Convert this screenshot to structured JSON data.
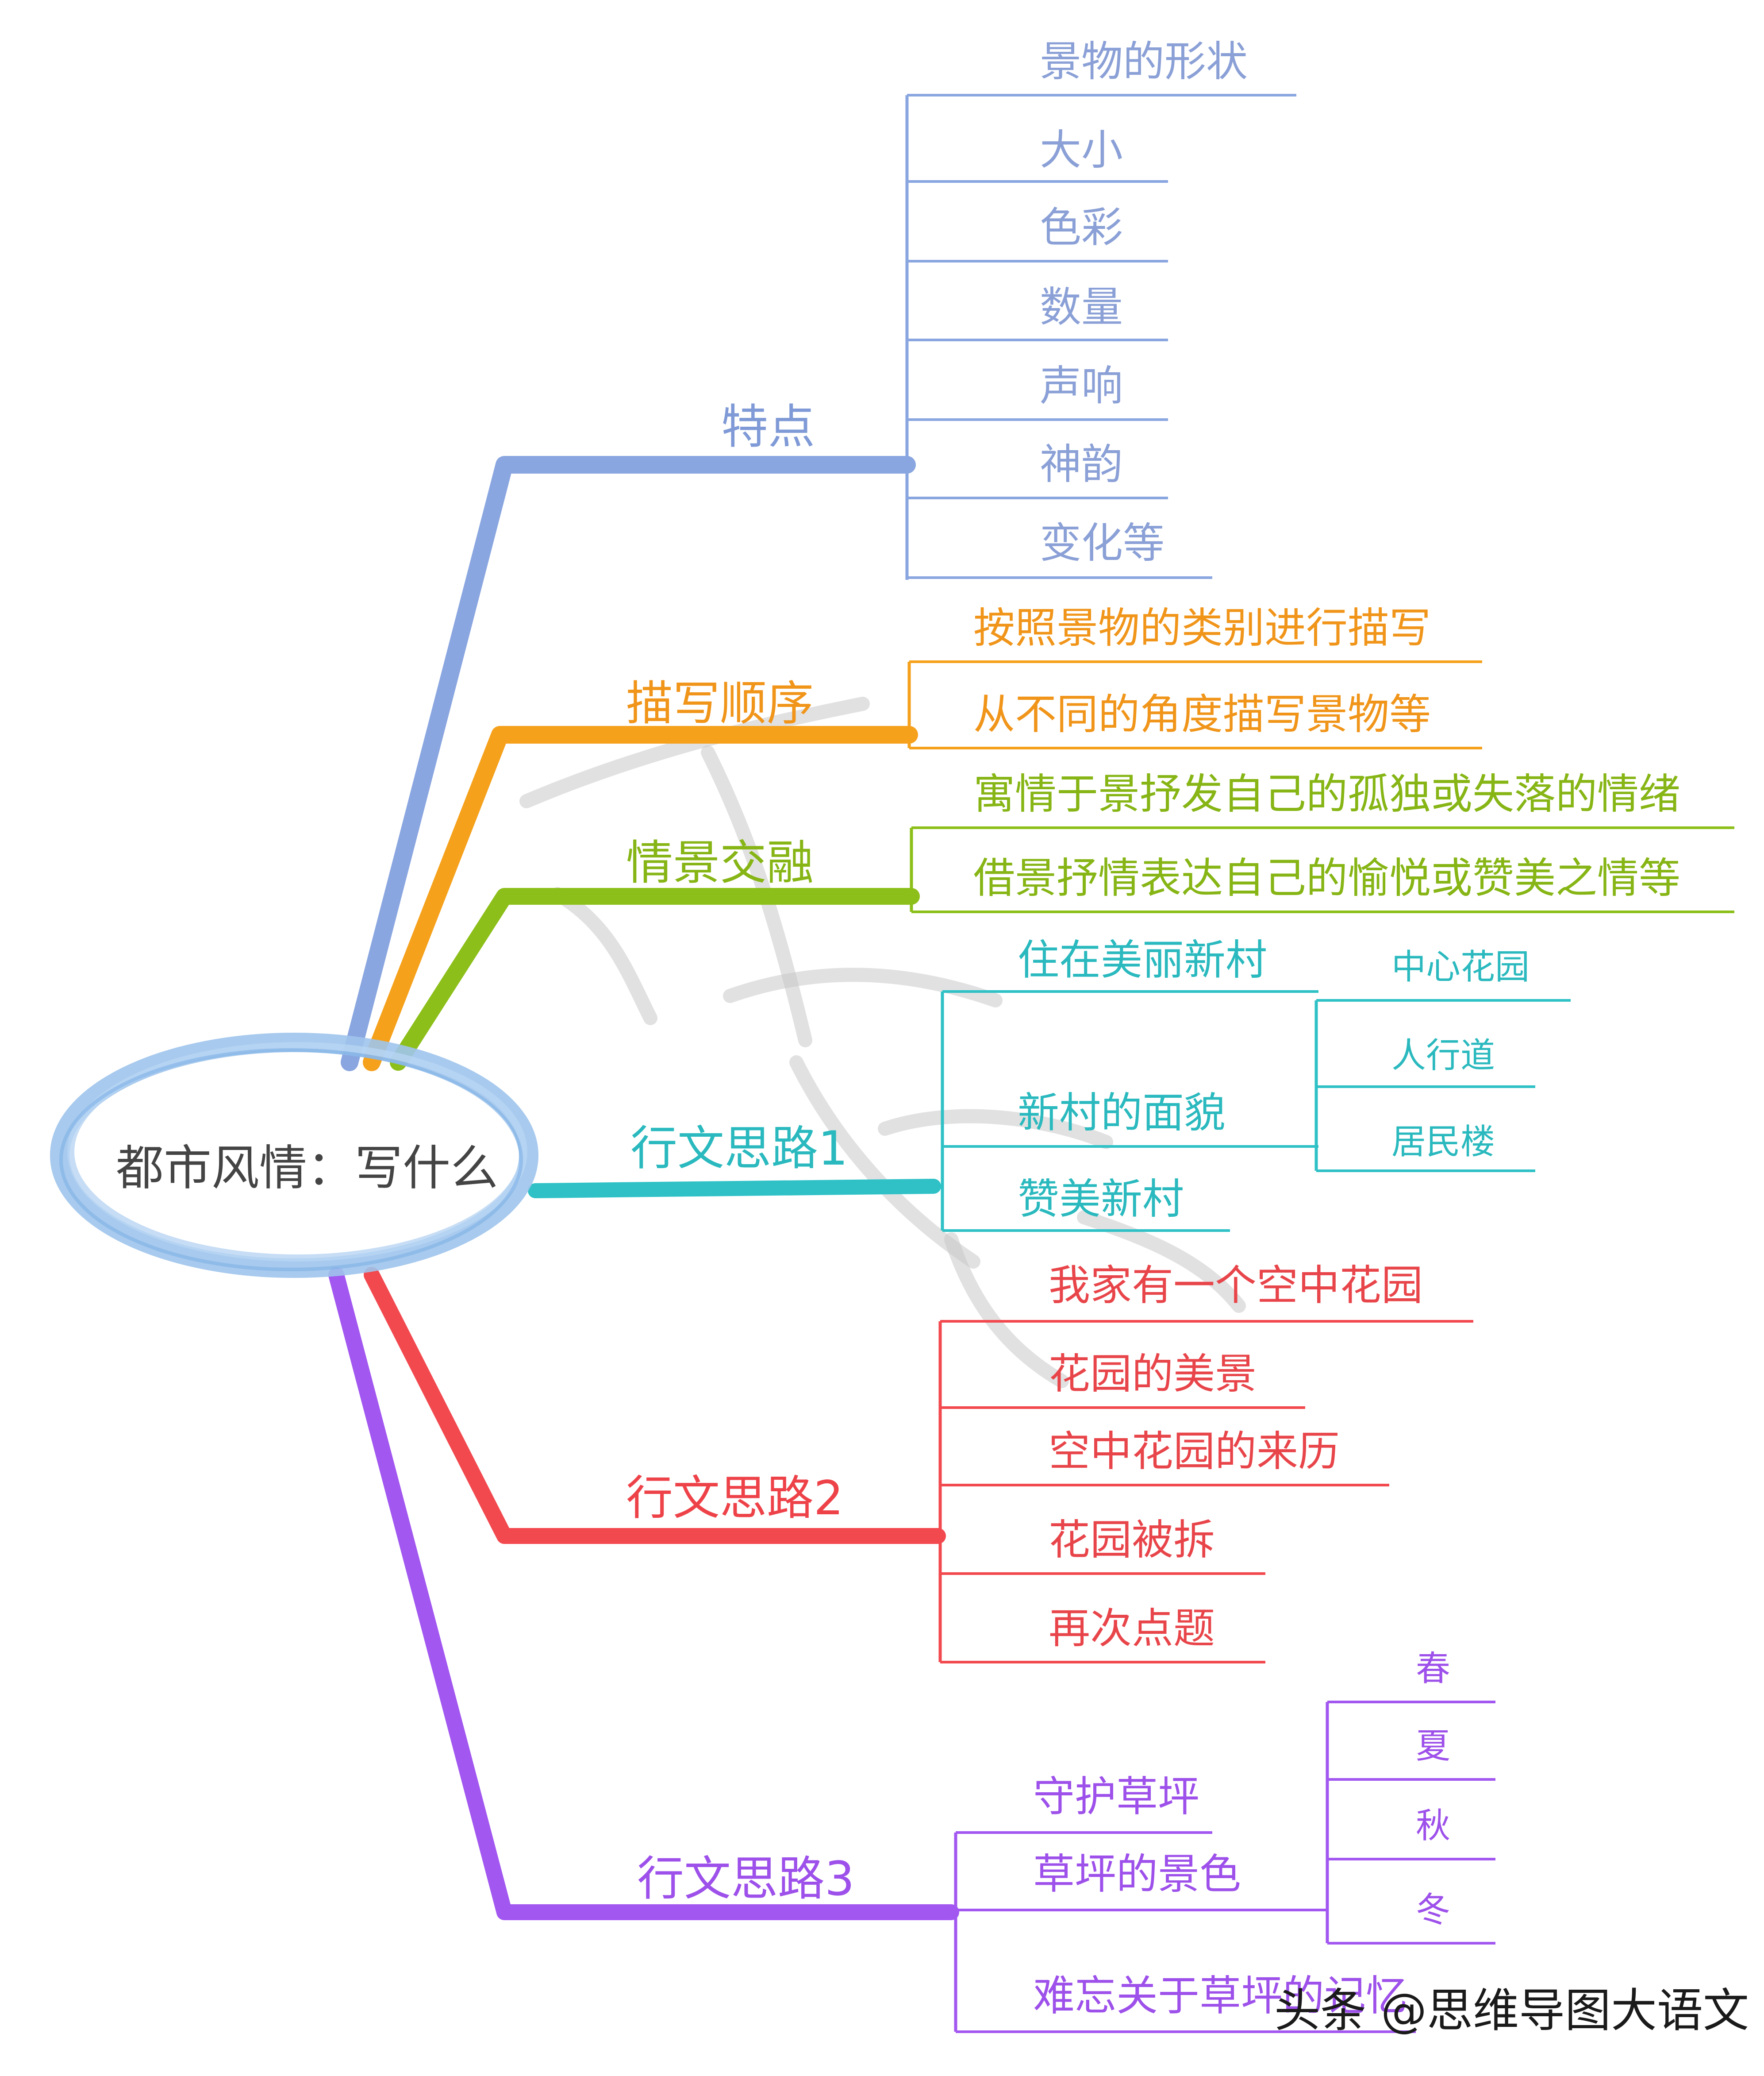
{
  "center": {
    "label": "都市风情：写什么"
  },
  "branches": [
    {
      "id": "b1",
      "label": "特点",
      "color": "#8aa6e0",
      "children": [
        {
          "label": "景物的形状"
        },
        {
          "label": "大小"
        },
        {
          "label": "色彩"
        },
        {
          "label": "数量"
        },
        {
          "label": "声响"
        },
        {
          "label": "神韵"
        },
        {
          "label": "变化等"
        }
      ]
    },
    {
      "id": "b2",
      "label": "描写顺序",
      "color": "#f5a11c",
      "children": [
        {
          "label": "按照景物的类别进行描写"
        },
        {
          "label": "从不同的角度描写景物等"
        }
      ]
    },
    {
      "id": "b3",
      "label": "情景交融",
      "color": "#8cbf19",
      "children": [
        {
          "label": "寓情于景抒发自己的孤独或失落的情绪"
        },
        {
          "label": "借景抒情表达自己的愉悦或赞美之情等"
        }
      ]
    },
    {
      "id": "b4",
      "label": "行文思路1",
      "color": "#2fc1c6",
      "children": [
        {
          "label": "住在美丽新村"
        },
        {
          "label": "新村的面貌",
          "children": [
            {
              "label": "中心花园"
            },
            {
              "label": "人行道"
            },
            {
              "label": "居民楼"
            }
          ]
        },
        {
          "label": "赞美新村"
        }
      ]
    },
    {
      "id": "b5",
      "label": "行文思路2",
      "color": "#f2494f",
      "children": [
        {
          "label": "我家有一个空中花园"
        },
        {
          "label": "花园的美景"
        },
        {
          "label": "空中花园的来历"
        },
        {
          "label": "花园被拆"
        },
        {
          "label": "再次点题"
        }
      ]
    },
    {
      "id": "b6",
      "label": "行文思路3",
      "color": "#a257f0",
      "children": [
        {
          "label": "守护草坪"
        },
        {
          "label": "草坪的景色",
          "children": [
            {
              "label": "春"
            },
            {
              "label": "夏"
            },
            {
              "label": "秋"
            },
            {
              "label": "冬"
            }
          ]
        },
        {
          "label": "难忘关于草坪的记忆"
        }
      ]
    }
  ],
  "watermark": {
    "text": "头条 @思维导图大语文"
  }
}
